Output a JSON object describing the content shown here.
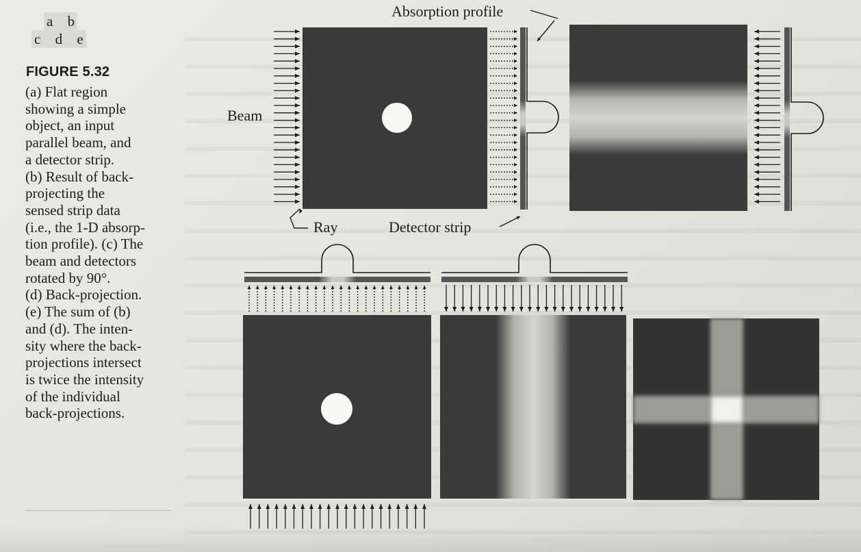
{
  "panel_letters": {
    "row1": [
      "a",
      "b"
    ],
    "row2": [
      "c",
      "d",
      "e"
    ]
  },
  "figure": {
    "title": "FIGURE 5.32",
    "caption": "(a) Flat region\nshowing a simple\nobject, an input\nparallel beam, and\na detector strip.\n(b) Result of back-\nprojecting the\nsensed strip data\n(i.e., the 1-D absorp-\ntion profile). (c) The\nbeam and detectors\nrotated by 90°.\n(d) Back-projection.\n(e) The sum of (b)\nand (d). The inten-\nsity where the back-\nprojections intersect\nis twice the intensity\nof the individual\nback-projections."
  },
  "labels": {
    "absorption_profile": "Absorption profile",
    "beam": "Beam",
    "ray": "Ray",
    "detector_strip": "Detector strip"
  },
  "colors": {
    "panel_dark": "#3a3a3a",
    "object_white": "#f7f7f3",
    "ink": "#1c1c1c"
  }
}
